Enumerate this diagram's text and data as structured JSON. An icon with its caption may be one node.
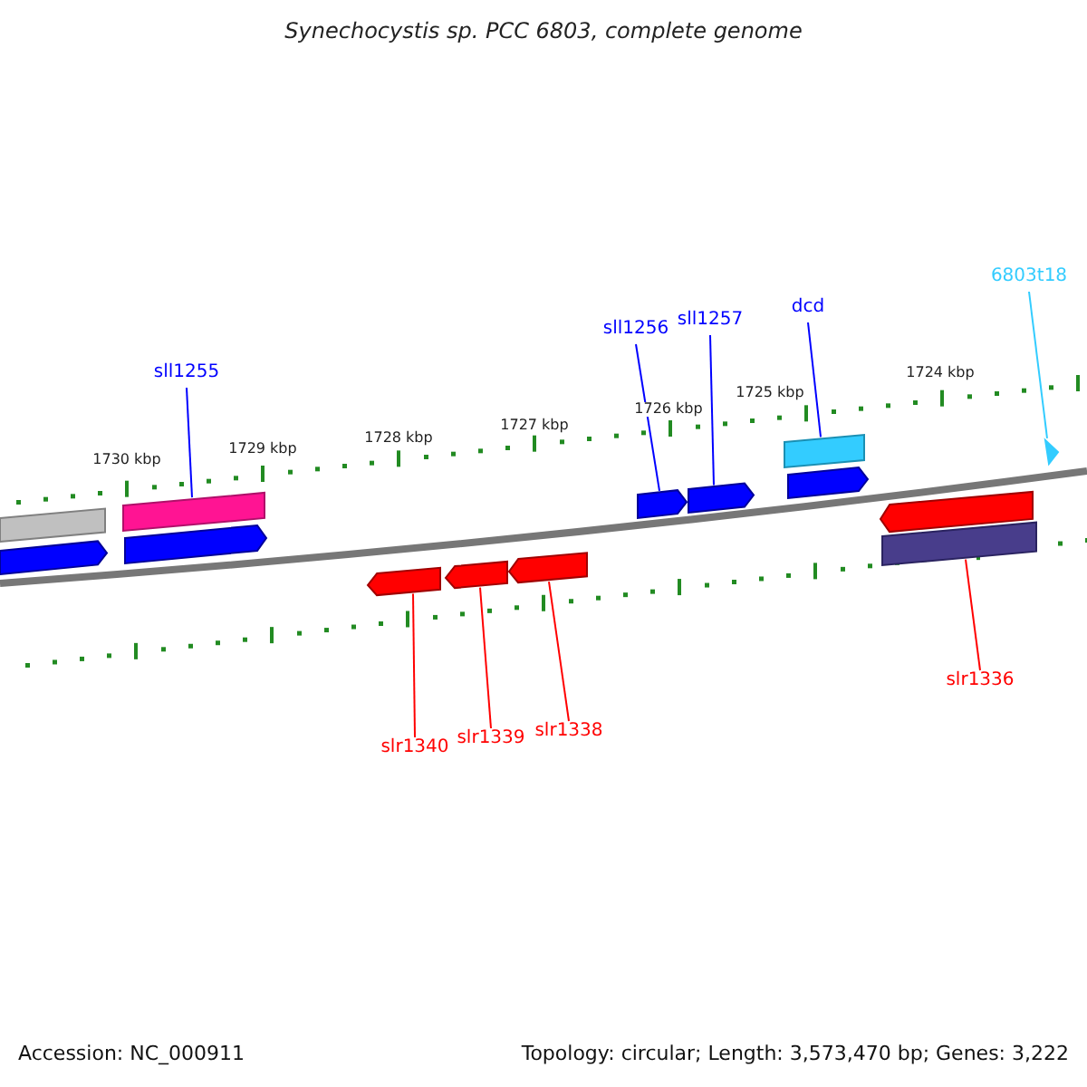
{
  "diagram": {
    "title": "Synechocystis sp. PCC 6803, complete genome",
    "nodes": [
      {
        "text": [
          "sll1255"
        ]
      },
      {
        "text": [
          "sll1256"
        ]
      },
      {
        "text": [
          "sll1257"
        ]
      },
      {
        "text": [
          "dcd"
        ]
      },
      {
        "text": [
          "6803t18"
        ]
      },
      {
        "text": [
          "slr1340"
        ]
      },
      {
        "text": [
          "slr1339"
        ]
      },
      {
        "text": [
          "slr1338"
        ]
      },
      {
        "text": [
          "slr1336"
        ]
      },
      {
        "text": [],
        "shape": "bar"
      },
      {
        "text": [],
        "shape": "arrow"
      },
      {
        "text": [],
        "shape": "bar"
      },
      {
        "text": [],
        "shape": "arrow"
      },
      {
        "text": [],
        "shape": "arrow"
      },
      {
        "text": [],
        "shape": "arrow"
      },
      {
        "text": [],
        "shape": "arrow"
      },
      {
        "text": [],
        "shape": "arrow"
      },
      {
        "text": [],
        "shape": "arrow"
      },
      {
        "text": [],
        "shape": "bar"
      },
      {
        "text": [],
        "shape": "arrow"
      },
      {
        "text": [],
        "shape": "arrow"
      },
      {
        "text": [],
        "shape": "bar"
      },
      {
        "text": [],
        "shape": "triangle"
      }
    ],
    "edges": [
      {
        "from": 0,
        "to": 11,
        "arrow": "none",
        "color": "#0000ff"
      },
      {
        "from": 1,
        "to": 16,
        "arrow": "none",
        "color": "#0000ff"
      },
      {
        "from": 2,
        "to": 17,
        "arrow": "none",
        "color": "#0000ff"
      },
      {
        "from": 3,
        "to": 18,
        "arrow": "none",
        "color": "#0000ff"
      },
      {
        "from": 4,
        "to": 22,
        "arrow": "none",
        "color": "#33ccff"
      },
      {
        "from": 5,
        "to": 13,
        "arrow": "none",
        "color": "#ff0000"
      },
      {
        "from": 6,
        "to": 14,
        "arrow": "none",
        "color": "#ff0000"
      },
      {
        "from": 7,
        "to": 15,
        "arrow": "none",
        "color": "#ff0000"
      },
      {
        "from": 8,
        "to": 21,
        "arrow": "none",
        "color": "#ff0000"
      }
    ],
    "labels": [
      "1730 kbp",
      "1729 kbp",
      "1728 kbp",
      "1727 kbp",
      "1726 kbp",
      "1725 kbp",
      "1724 kbp",
      "Accession: NC_000911",
      "Topology: circular; Length: 3,573,470 bp; Genes: 3,222"
    ]
  }
}
